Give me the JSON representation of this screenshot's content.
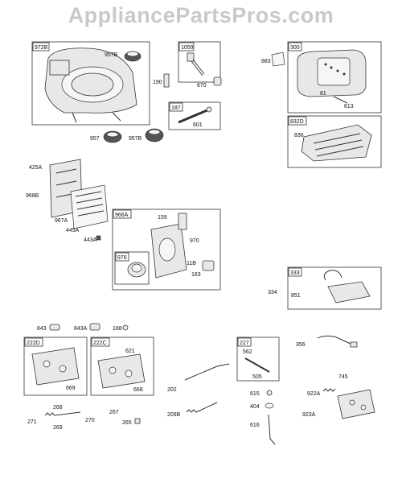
{
  "watermark": "AppliancePartsPros.com",
  "groups": {
    "g972B": "972B",
    "g1059": "1059",
    "g300": "300",
    "g187": "187",
    "g832D": "832D",
    "g966A": "966A",
    "g976": "976",
    "g333": "333",
    "g222D": "222D",
    "g222C": "222C",
    "g227": "227"
  },
  "parts": {
    "p957B_top": "957B",
    "p190": "190",
    "p670": "670",
    "p883": "883",
    "p81": "81",
    "p613": "613",
    "p601": "601",
    "p957": "957",
    "p957B_bot": "957B",
    "p836": "836",
    "p425A": "425A",
    "p968B": "968B",
    "p967A": "967A",
    "p445A": "445A",
    "p443A": "443A",
    "p159": "159",
    "p970": "970",
    "p11B": "11B",
    "p163": "163",
    "p334": "334",
    "p851": "851",
    "p843": "843",
    "p843A": "843A",
    "p188": "188",
    "p621": "621",
    "p356": "356",
    "p562": "562",
    "p505": "505",
    "p669": "669",
    "p668": "668",
    "p202": "202",
    "p745": "745",
    "p615": "615",
    "p404": "404",
    "p922A": "922A",
    "p268": "268",
    "p271": "271",
    "p269": "269",
    "p270": "270",
    "p267": "267",
    "p265": "265",
    "p209B": "209B",
    "p616": "616",
    "p923A": "923A"
  }
}
